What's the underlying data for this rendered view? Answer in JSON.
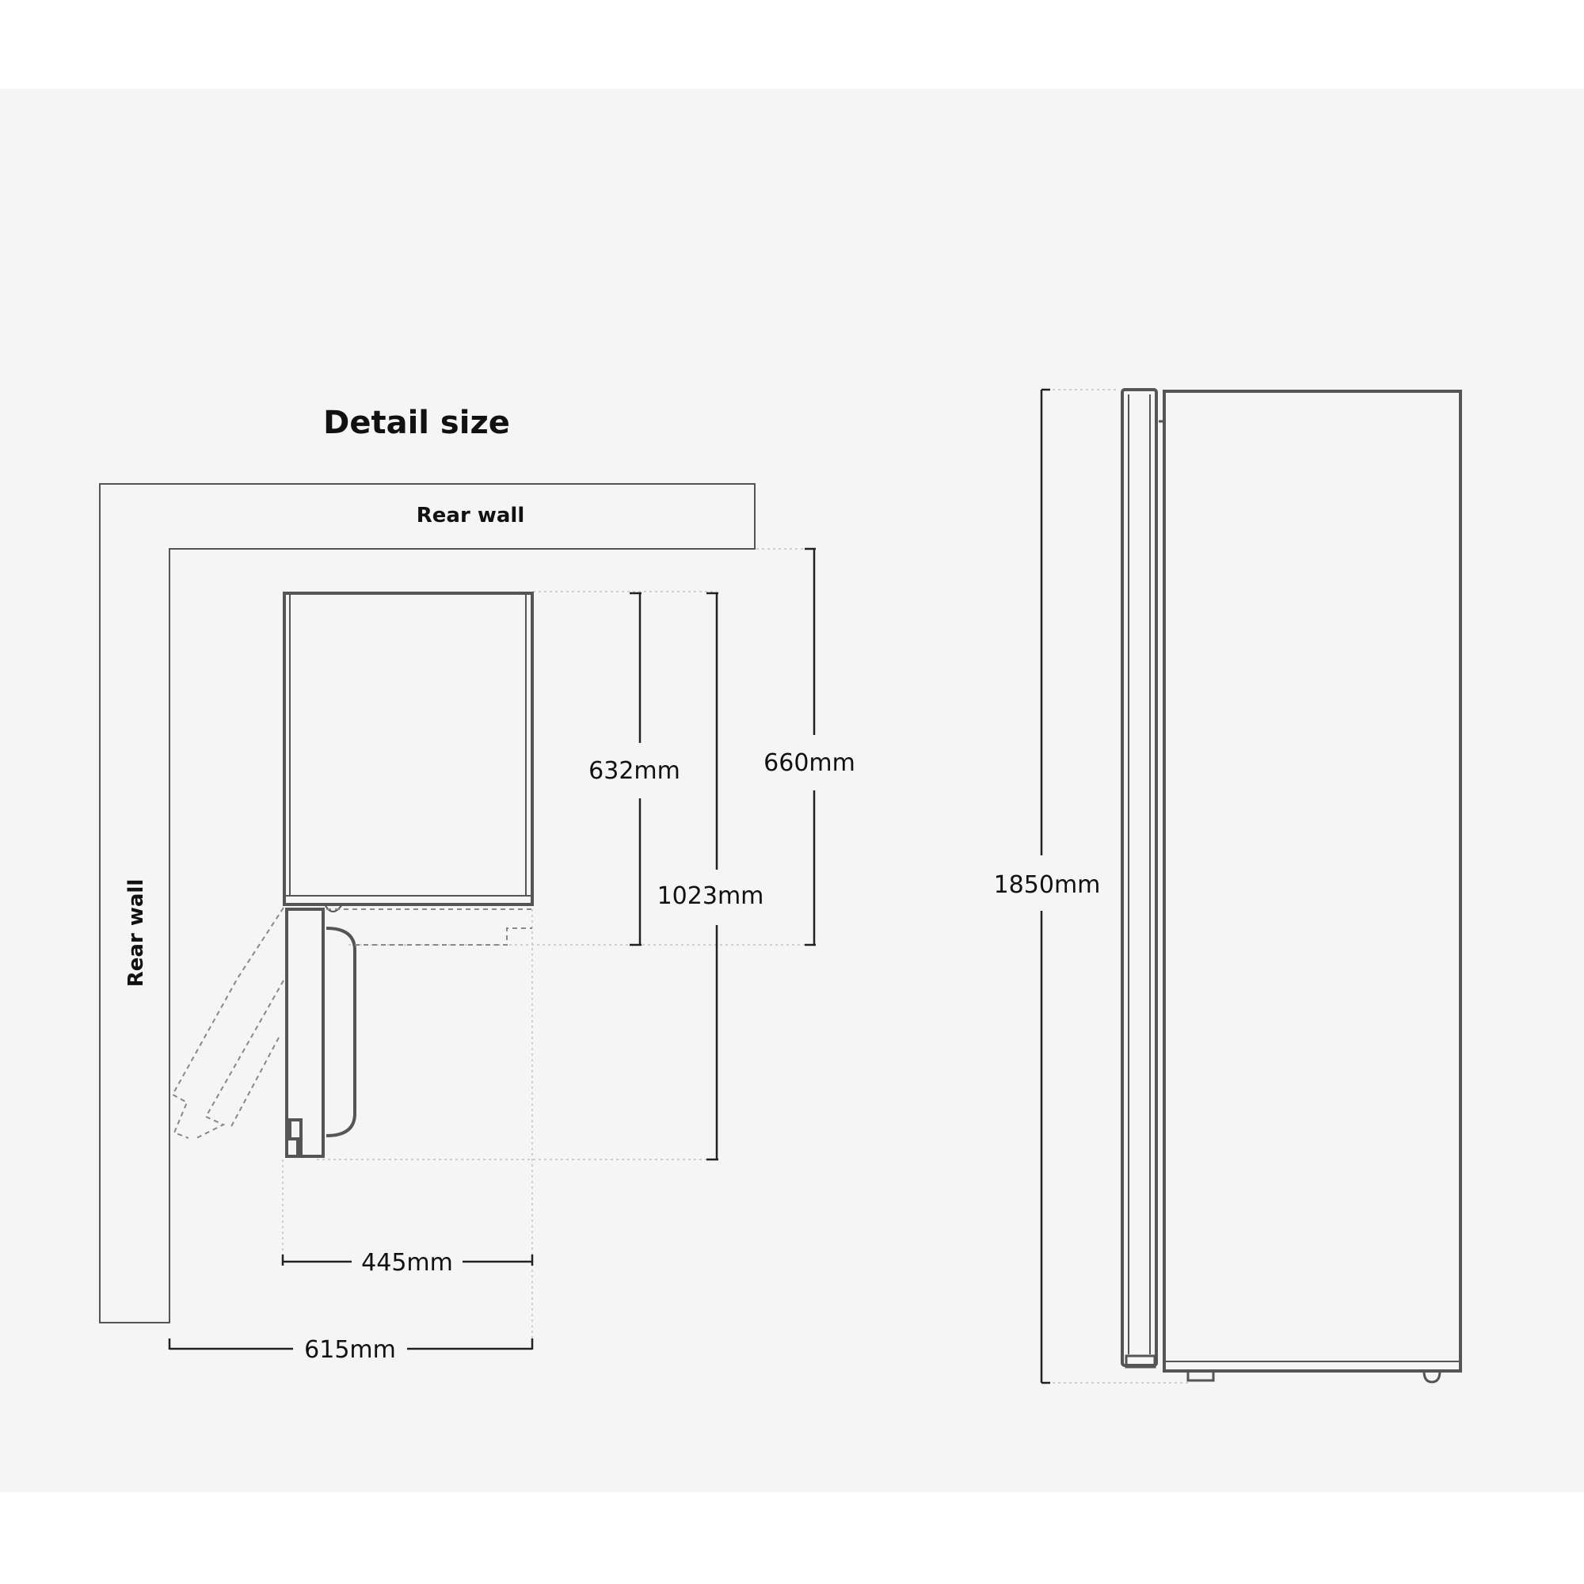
{
  "title": "Detail size",
  "labels": {
    "rear_wall_top": "Rear wall",
    "rear_wall_side": "Rear wall",
    "depth_body": "632mm",
    "depth_with_door": "660mm",
    "depth_door_open": "1023mm",
    "width_body": "445mm",
    "width_clearance": "615mm",
    "height": "1850mm"
  },
  "colors": {
    "background": "#f5f5f5",
    "outline": "#555555",
    "dim_line": "#222222",
    "guide": "#cfcfcf"
  }
}
